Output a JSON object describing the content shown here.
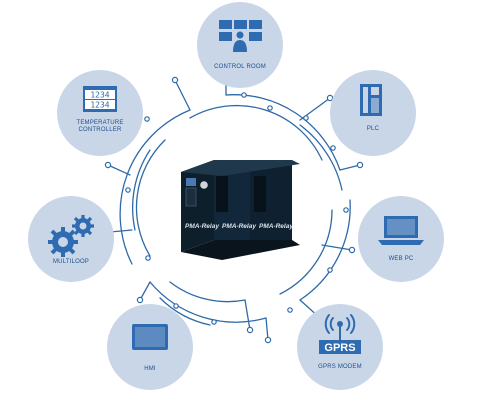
{
  "colors": {
    "circuit": "#2e6aa8",
    "node_fill": "#c9d6e8",
    "icon": "#2f6bb0",
    "label": "#1f4e8a"
  },
  "device": {
    "label_left": "PMA-Relay",
    "label_mid": "PMA-Relay",
    "label_right": "PMA-Relay"
  },
  "nodes": {
    "control_room": {
      "label": "CONTROL ROOM",
      "icon": "control-room-icon"
    },
    "temperature_controller": {
      "label_1": "TEMPERATURE",
      "label_2": "CONTROLLER",
      "display_top": "1234",
      "display_bottom": "1234",
      "icon": "temperature-controller-icon"
    },
    "plc": {
      "label": "PLC",
      "icon": "plc-icon"
    },
    "multiloop": {
      "label": "MULTILOOP",
      "icon": "gears-icon"
    },
    "web_pc": {
      "label": "WEB PC",
      "icon": "laptop-icon"
    },
    "hmi": {
      "label": "HMI",
      "icon": "tablet-icon"
    },
    "gprs_modem": {
      "label": "GPRS MODEM",
      "badge": "GPRS",
      "icon": "antenna-icon"
    }
  }
}
